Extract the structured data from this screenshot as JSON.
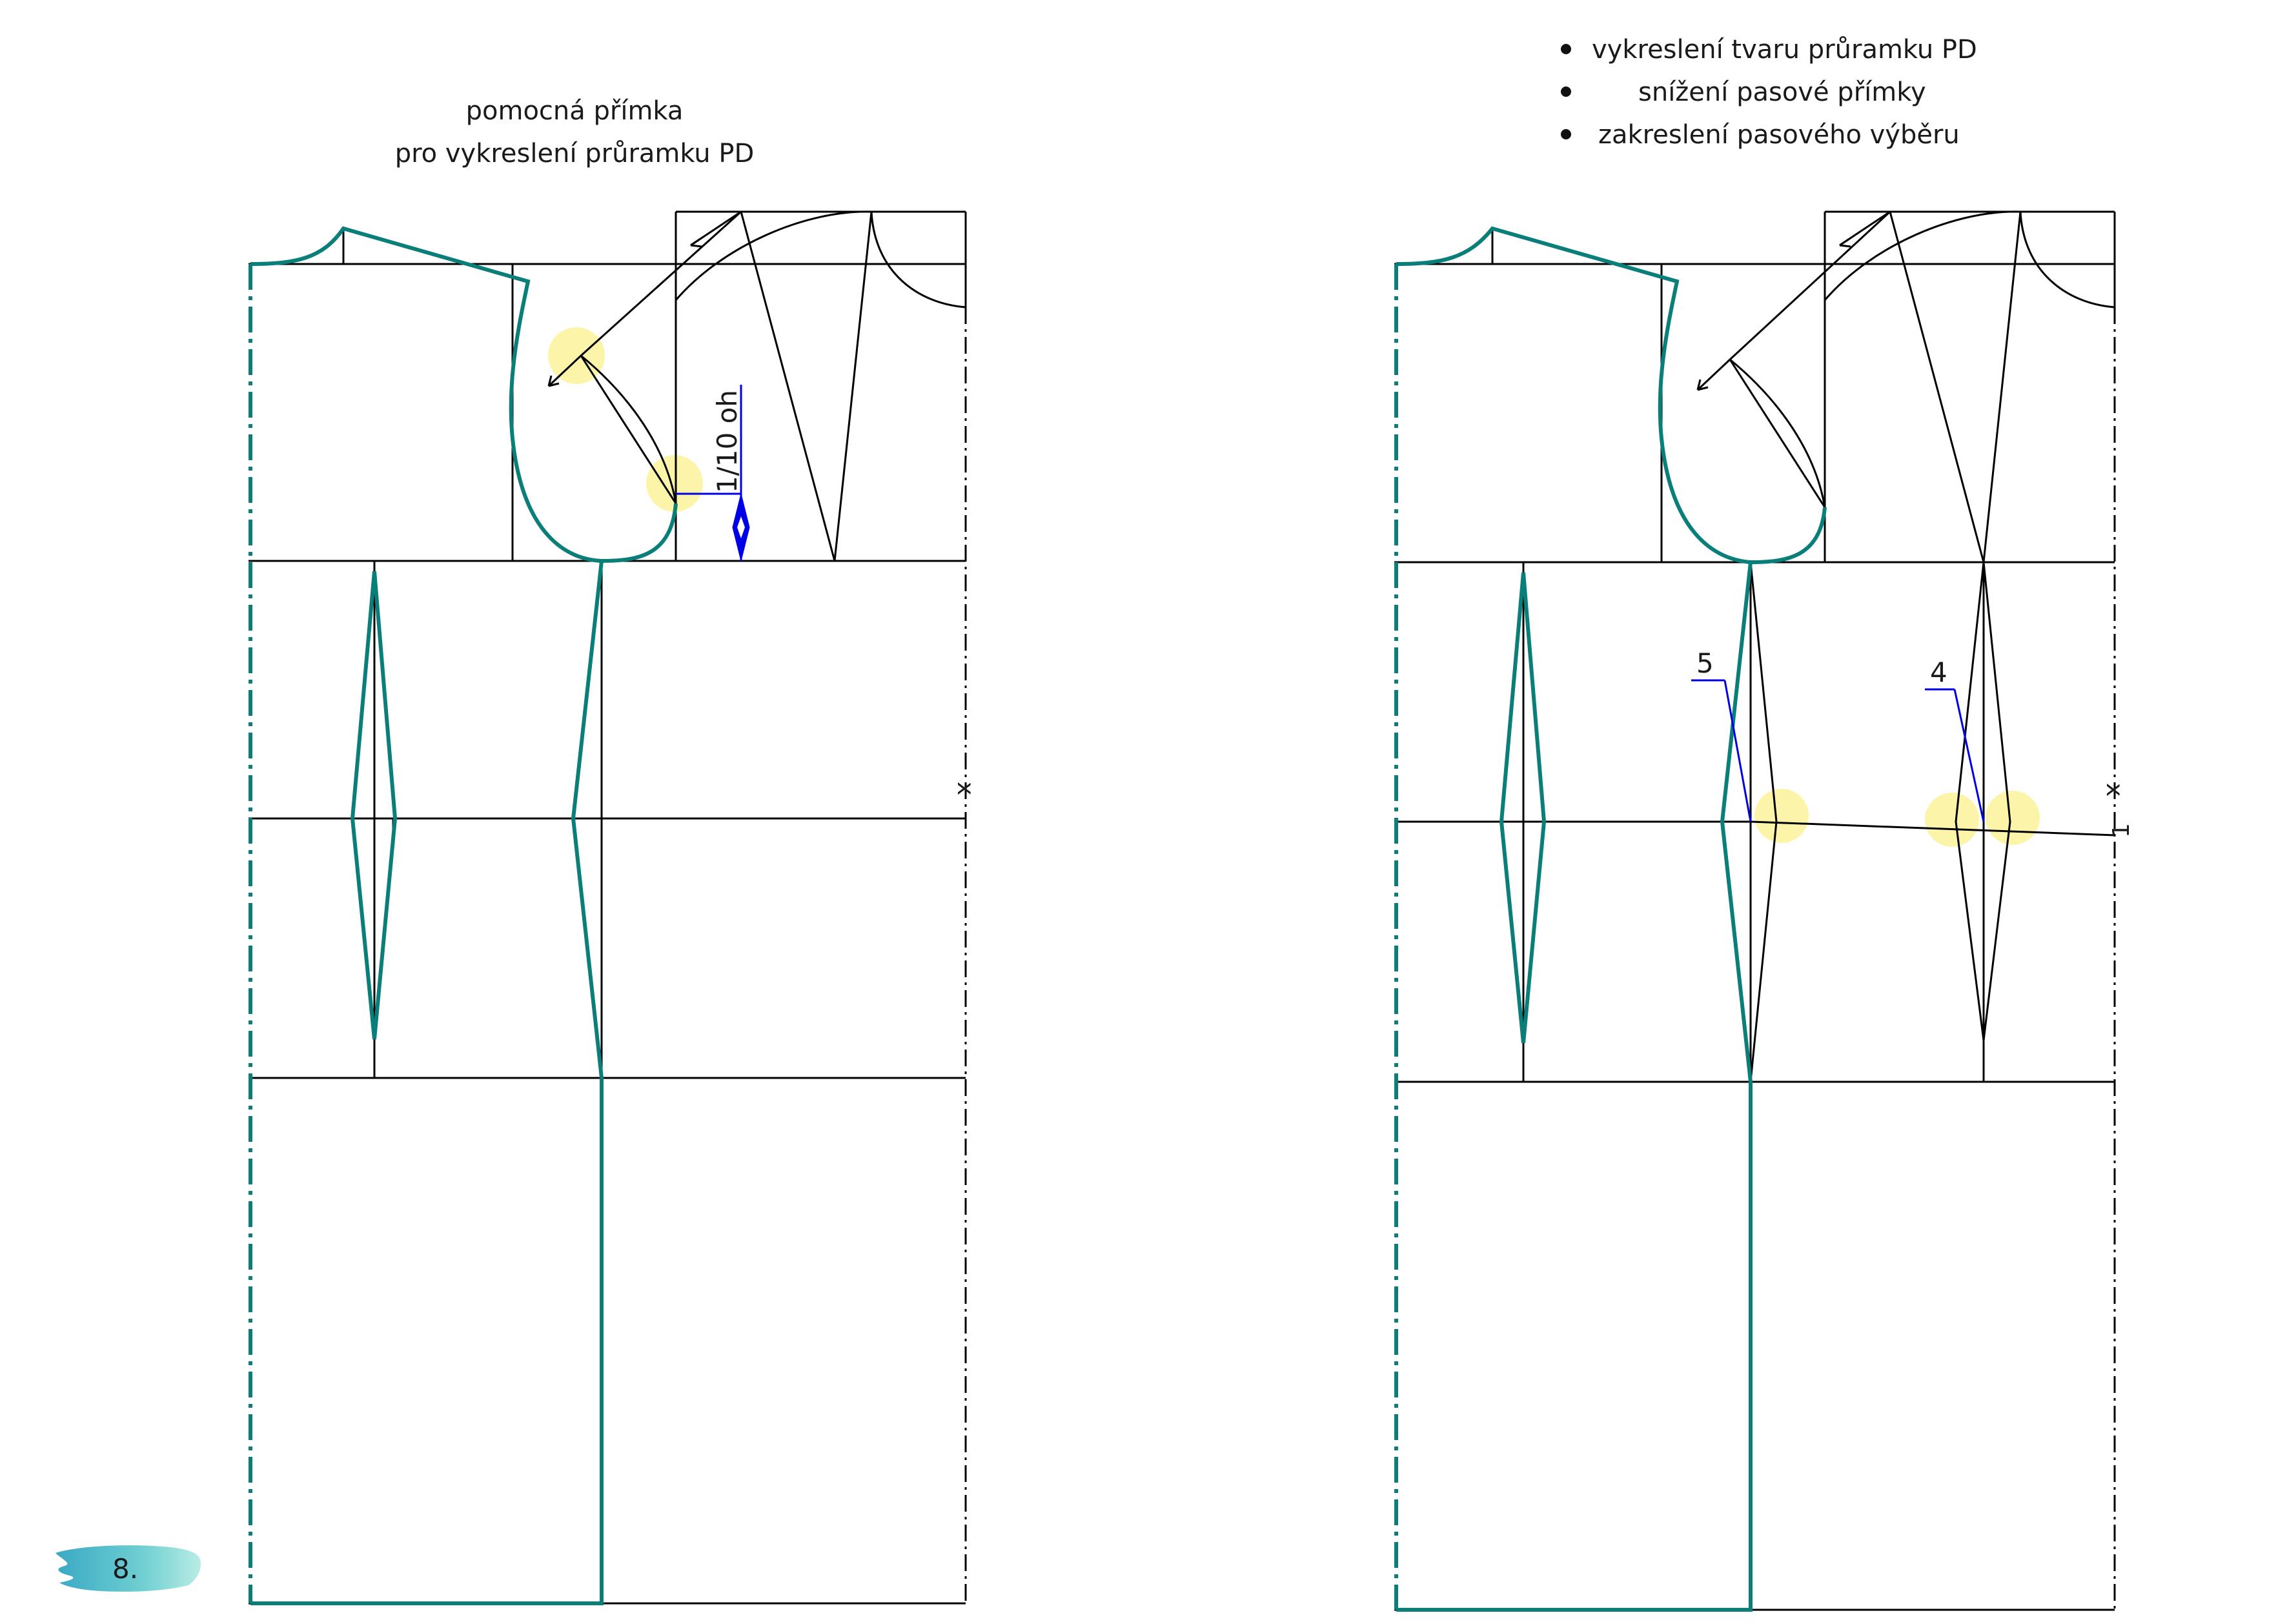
{
  "left_panel": {
    "caption_line1": "pomocná přímka",
    "caption_line2": "pro vykreslení průramku PD",
    "annotation": "1/10 oh",
    "mark": "x"
  },
  "right_panel": {
    "bullets": [
      "vykreslení tvaru průramku PD",
      "snížení pasové přímky",
      "zakreslení pasového výběru"
    ],
    "label_dart_left": "5",
    "label_dart_right": "4",
    "label_waist_drop": "1",
    "mark": "x"
  },
  "page": {
    "number": "8."
  },
  "colors": {
    "pattern_outline": "#0a7f7a",
    "construction_line": "#000000",
    "measurement": "#0000e6",
    "highlight": "#fbf39a",
    "badge": "#5bc4cf"
  }
}
